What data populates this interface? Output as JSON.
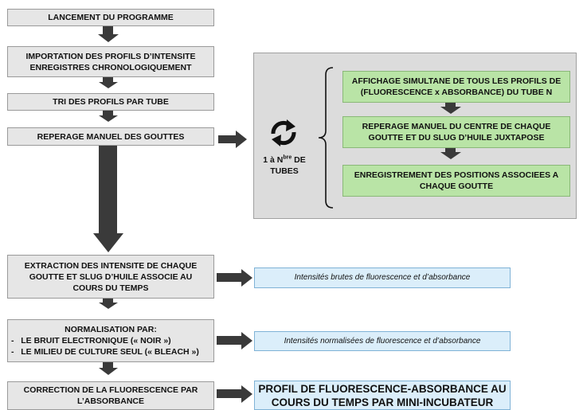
{
  "steps": {
    "launch": "LANCEMENT DU PROGRAMME",
    "import_line1": "IMPORTATION DES PROFILS D’INTENSITE",
    "import_line2": "ENREGISTRES CHRONOLOGIQUEMENT",
    "sort": "TRI DES PROFILS PAR TUBE",
    "locate": "REPERAGE MANUEL DES GOUTTES",
    "extract_line1": "EXTRACTION DES INTENSITE DE CHAQUE",
    "extract_line2": "GOUTTE ET SLUG D’HUILE ASSOCIE AU",
    "extract_line3": "COURS DU TEMPS",
    "norm_title": "NORMALISATION PAR:",
    "norm_item1": "-   LE BRUIT ELECTRONIQUE (« NOIR »)",
    "norm_item2": "-   LE MILIEU DE CULTURE SEUL (« BLEACH »)",
    "correction_line1": "CORRECTION DE LA FLUORESCENCE PAR",
    "correction_line2": "L’ABSORBANCE"
  },
  "loop": {
    "label_prefix": "1 à N",
    "label_sup": "bre",
    "label_suffix": " DE",
    "label_line2": "TUBES",
    "substeps": {
      "display_line1": "AFFICHAGE SIMULTANE DE TOUS LES PROFILS DE",
      "display_line2": "(FLUORESCENCE x ABSORBANCE) DU TUBE N",
      "center_line1": "REPERAGE MANUEL DU CENTRE DE CHAQUE",
      "center_line2": "GOUTTE ET DU SLUG D’HUILE JUXTAPOSE",
      "record_line1": "ENREGISTREMENT DES POSITIONS ASSOCIEES A",
      "record_line2": "CHAQUE GOUTTE"
    }
  },
  "outputs": {
    "raw": "Intensités brutes de fluorescence et d’absorbance",
    "normalized": "Intensités normalisées de fluorescence et d’absorbance",
    "final_line1": "PROFIL DE FLUORESCENCE-ABSORBANCE AU",
    "final_line2": "COURS DU TEMPS PAR MINI-INCUBATEUR"
  },
  "colors": {
    "step_fill": "#e6e6e6",
    "substep_fill": "#b9e4a6",
    "output_fill": "#dbeefa",
    "arrow": "#3a3a3a",
    "panel": "#dcdcdc"
  }
}
